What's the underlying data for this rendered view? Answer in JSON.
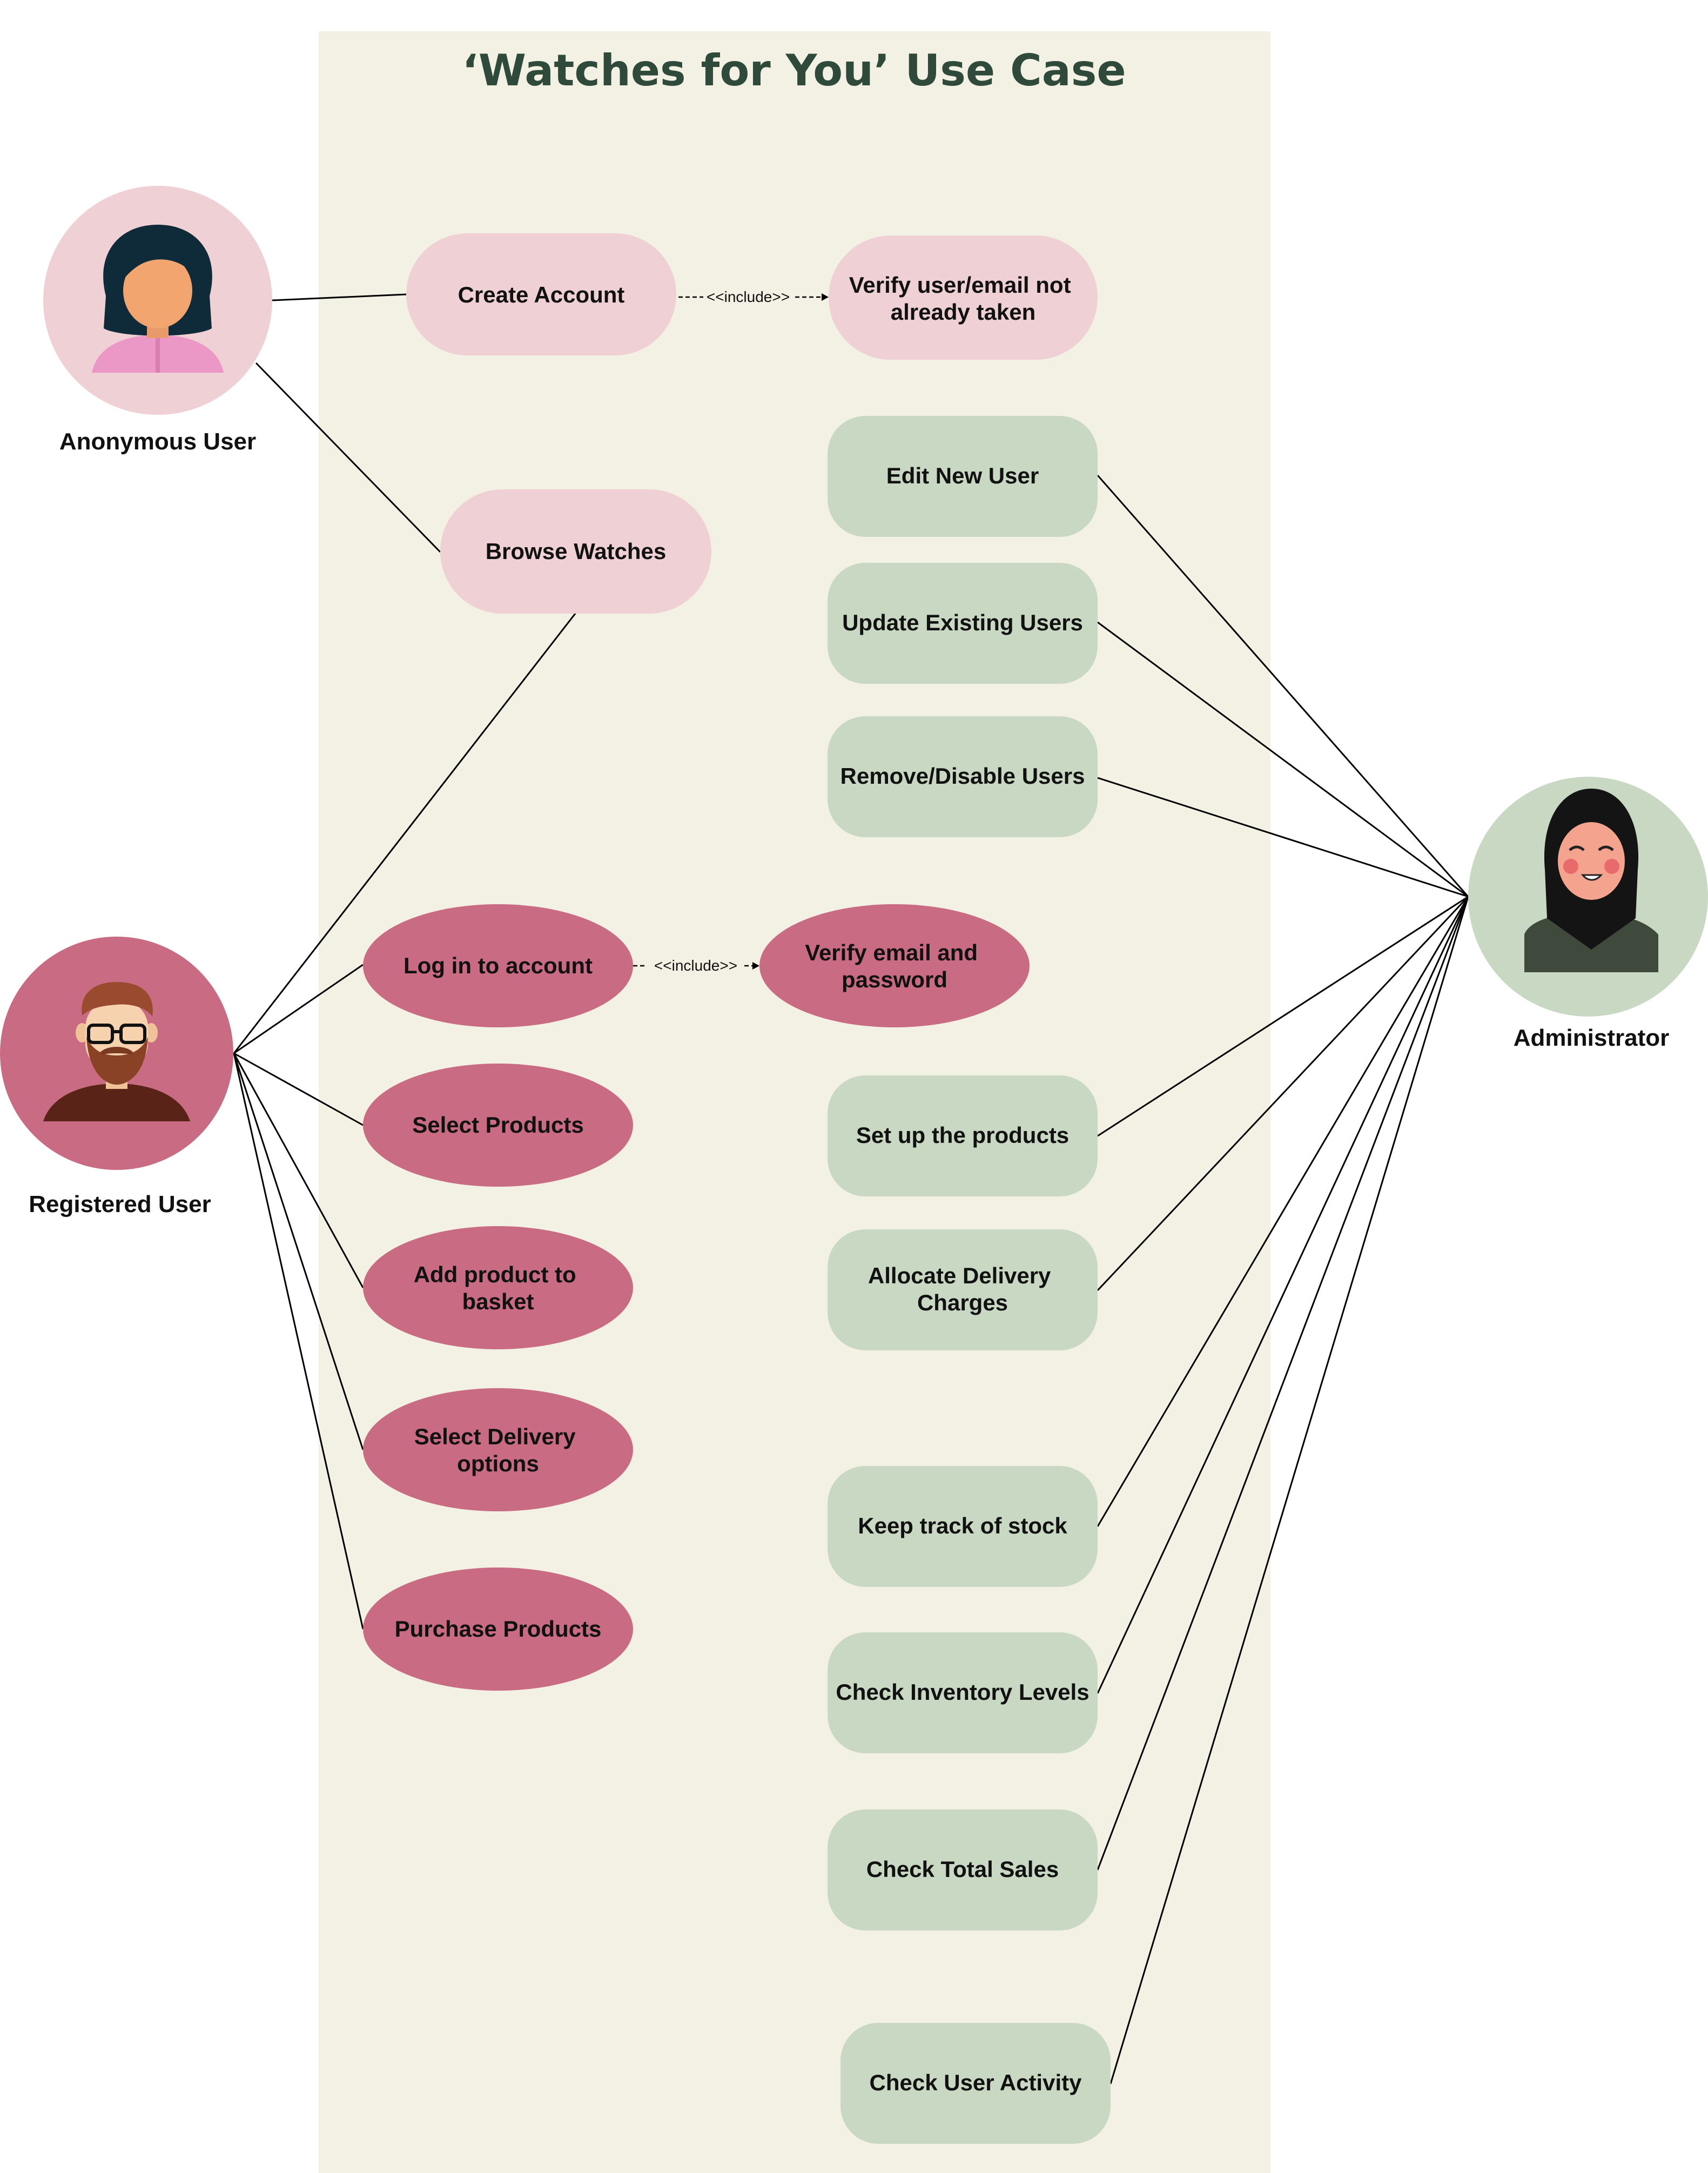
{
  "title": "‘Watches for You’ Use Case",
  "colors": {
    "title": "#2f4a3a",
    "system_boundary": "#f3f0e4",
    "anon_usecase": "#efd0d4",
    "registered_usecase": "#c96b82",
    "admin_usecase": "#c8d8c3",
    "anon_actor_bg": "#efd0d4",
    "registered_actor_bg": "#c96b82",
    "admin_actor_bg": "#c8d8c3"
  },
  "actors": {
    "anonymous": {
      "label": "Anonymous User"
    },
    "registered": {
      "label": "Registered User"
    },
    "admin": {
      "label": "Administrator"
    }
  },
  "include_label": "<<include>>",
  "use_cases": {
    "create_account": [
      "Create Account"
    ],
    "verify_user_email": [
      "Verify user/email not",
      "already taken"
    ],
    "browse_watches": [
      "Browse Watches"
    ],
    "edit_new_user": [
      "Edit New User"
    ],
    "update_existing_users": [
      "Update Existing Users"
    ],
    "remove_disable_users": [
      "Remove/Disable Users"
    ],
    "log_in": [
      "Log in to account"
    ],
    "verify_email_password": [
      "Verify email and",
      "password"
    ],
    "select_products": [
      "Select Products"
    ],
    "add_to_basket": [
      "Add product to",
      "basket"
    ],
    "select_delivery": [
      "Select Delivery",
      "options"
    ],
    "purchase_products": [
      "Purchase Products"
    ],
    "set_up_products": [
      "Set up the products"
    ],
    "allocate_delivery": [
      "Allocate Delivery",
      "Charges"
    ],
    "keep_track_stock": [
      "Keep track of stock"
    ],
    "check_inventory": [
      "Check Inventory Levels"
    ],
    "check_total_sales": [
      "Check Total Sales"
    ],
    "check_user_activity": [
      "Check User Activity"
    ]
  }
}
